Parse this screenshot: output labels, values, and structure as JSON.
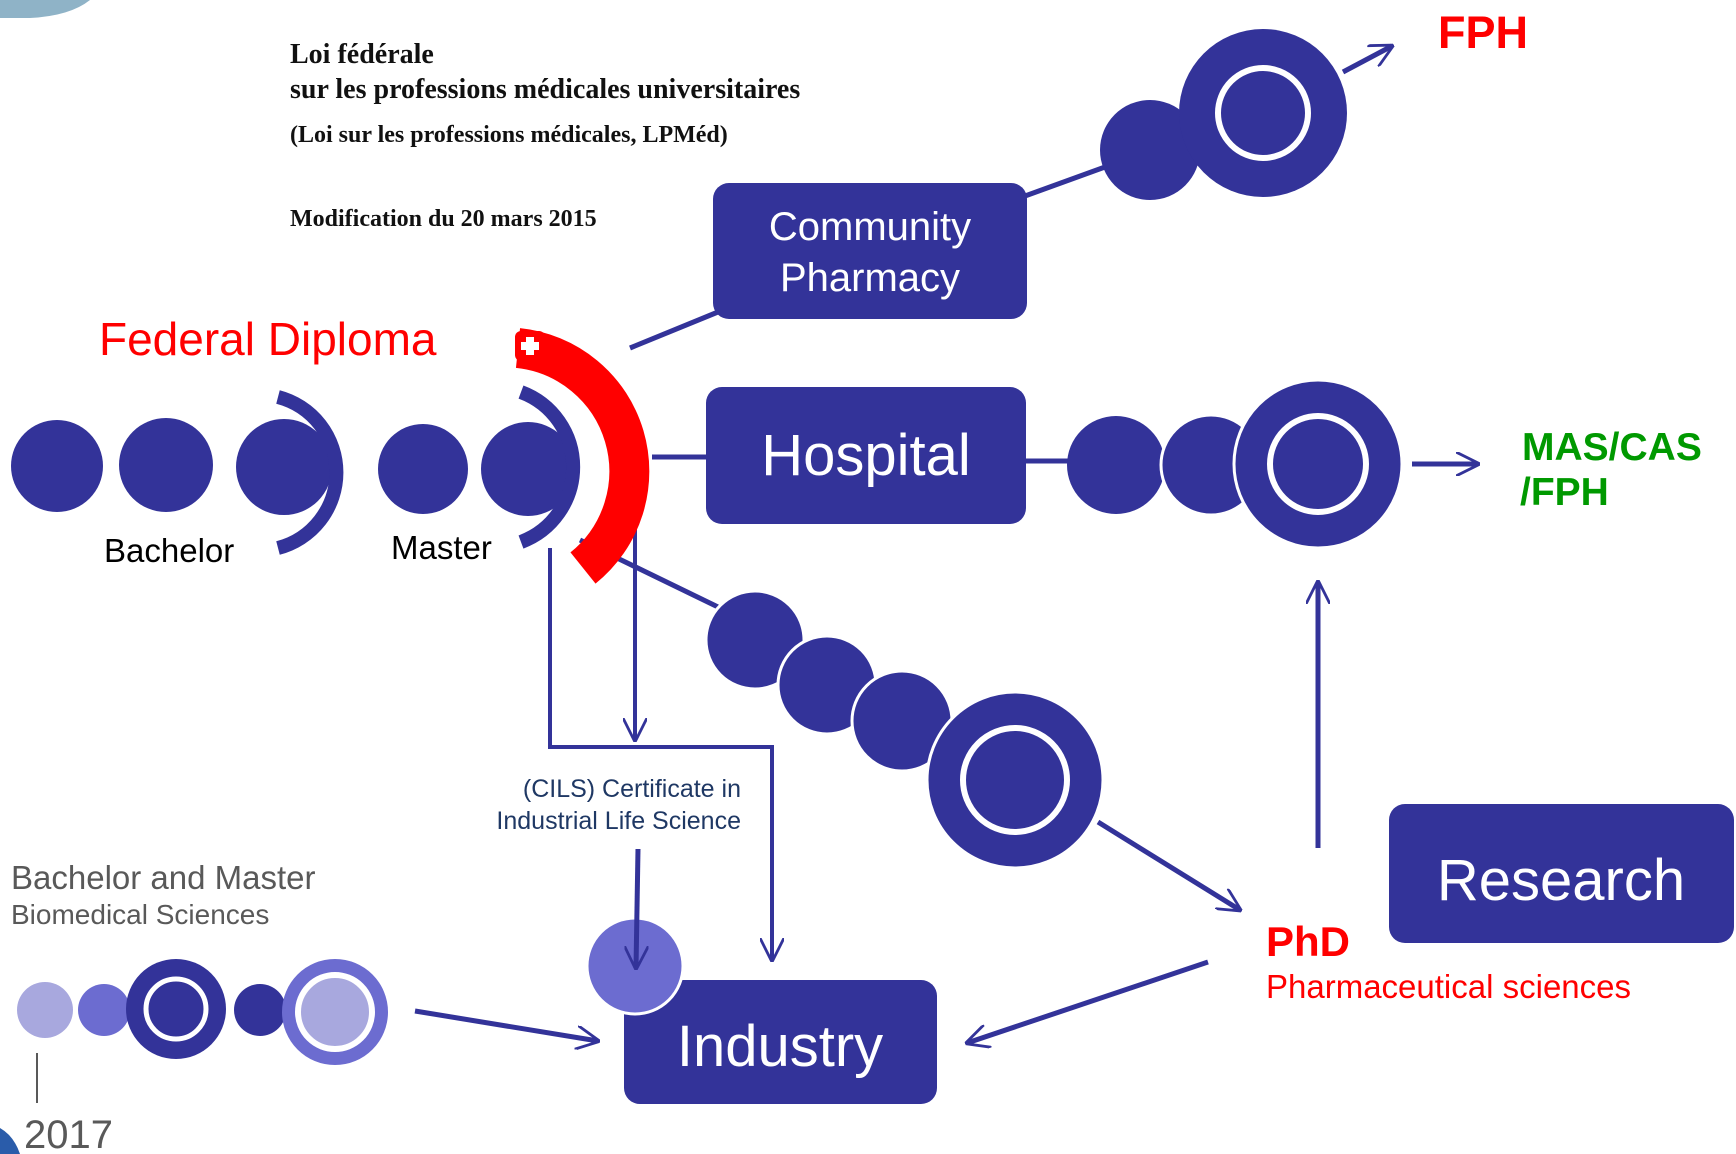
{
  "colors": {
    "navy": "#333399",
    "light_purple": "#6c6cd0",
    "pale_purple": "#a8a8de",
    "red": "#ff0000",
    "green": "#009900",
    "gray": "#595959",
    "dark_blue_text": "#1f3864"
  },
  "law": {
    "title_line1": "Loi fédérale",
    "title_line2": "sur les professions médicales universitaires",
    "subtitle": "(Loi sur les professions médicales, LPMéd)",
    "modification": "Modification du 20 mars 2015"
  },
  "federal_diploma": "Federal Diploma",
  "stages": {
    "bachelor": "Bachelor",
    "master": "Master"
  },
  "boxes": {
    "community_line1": "Community",
    "community_line2": "Pharmacy",
    "hospital": "Hospital",
    "research": "Research",
    "industry": "Industry"
  },
  "outcomes": {
    "fph": "FPH",
    "mas_cas_line1": "MAS/CAS",
    "mas_cas_line2": "/FPH"
  },
  "cils": {
    "line1": "(CILS)  Certificate in",
    "line2": "Industrial Life Science"
  },
  "phd": {
    "title": "PhD",
    "subtitle": "Pharmaceutical sciences"
  },
  "biomedical": {
    "line1": "Bachelor and Master",
    "line2": "Biomedical Sciences",
    "year": "2017"
  }
}
